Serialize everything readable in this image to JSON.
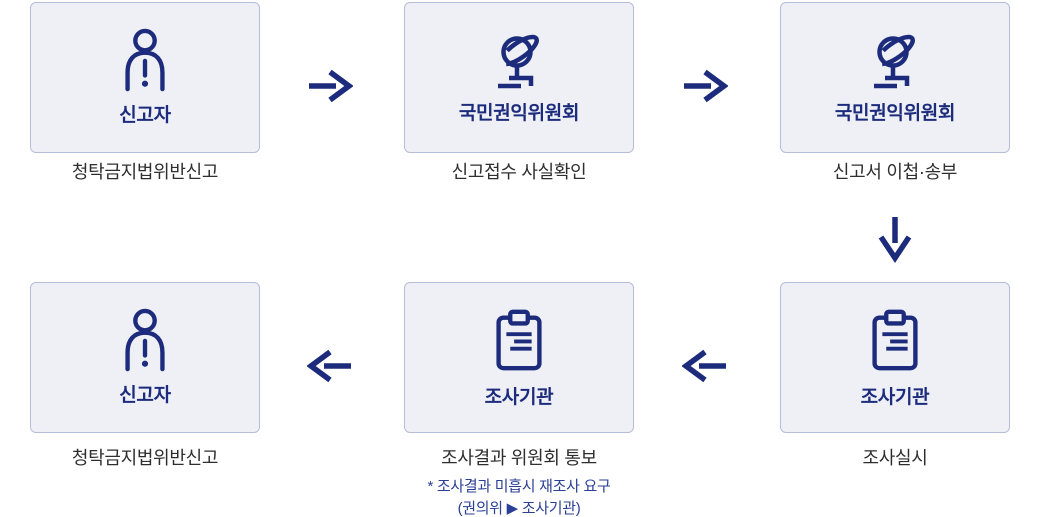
{
  "colors": {
    "navy": "#1d2b7d",
    "note-blue": "#2b3f96",
    "caption": "#2e2e2e",
    "box-bg": "#eef0f6",
    "box-border": "#b5bdd9",
    "page-bg": "#ffffff"
  },
  "steps": [
    {
      "label": "신고자",
      "caption": "청탁금지법위반신고",
      "icon": "person-alert-icon"
    },
    {
      "label": "국민권익위원회",
      "caption": "신고접수 사실확인",
      "icon": "globe-icon"
    },
    {
      "label": "국민권익위원회",
      "caption": "신고서 이첩·송부",
      "icon": "globe-icon"
    },
    {
      "label": "조사기관",
      "caption": "조사실시",
      "icon": "clipboard-icon"
    },
    {
      "label": "조사기관",
      "caption": "조사결과 위원회 통보",
      "icon": "clipboard-icon",
      "note": [
        "* 조사결과 미흡시 재조사 요구",
        "(권의위 ▶ 조사기관)"
      ]
    },
    {
      "label": "신고자",
      "caption": "청탁금지법위반신고",
      "icon": "person-alert-icon"
    }
  ]
}
